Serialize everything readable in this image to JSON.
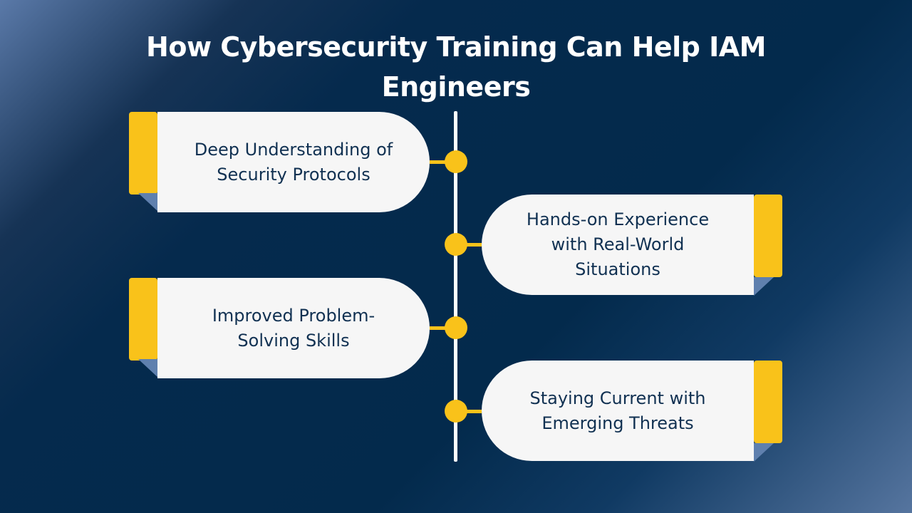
{
  "title": "How Cybersecurity Training Can Help IAM Engineers",
  "colors": {
    "accent": "#f9c21a",
    "card": "#f6f6f6",
    "text": "#113152",
    "fold": "#5f80ae"
  },
  "items": [
    {
      "label": "Deep Understanding of Security Protocols"
    },
    {
      "label": "Hands-on Experience with Real-World Situations"
    },
    {
      "label": "Improved Problem-Solving Skills"
    },
    {
      "label": "Staying Current with Emerging Threats"
    }
  ]
}
